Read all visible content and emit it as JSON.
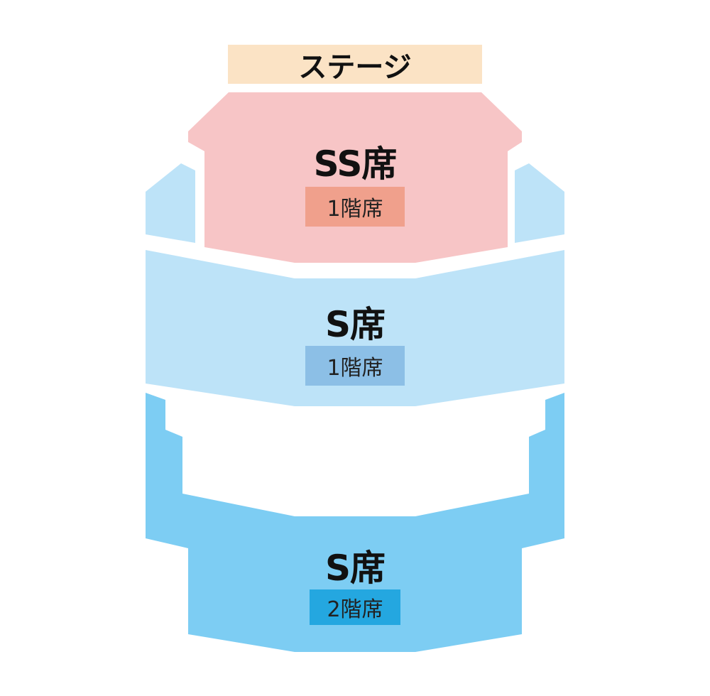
{
  "stage": {
    "label": "ステージ",
    "color": "#fbe3c5"
  },
  "zones": {
    "ss_1f": {
      "title": "SS席",
      "floor": "1階席",
      "fill": "#f7c5c6",
      "badge": "#f0a08c"
    },
    "s_1f": {
      "title": "S席",
      "floor": "1階席",
      "fill": "#bde3f8",
      "badge": "#8cbfe6"
    },
    "s_2f": {
      "title": "S席",
      "floor": "2階席",
      "fill": "#7dcdf3",
      "badge": "#24a7e0"
    }
  }
}
